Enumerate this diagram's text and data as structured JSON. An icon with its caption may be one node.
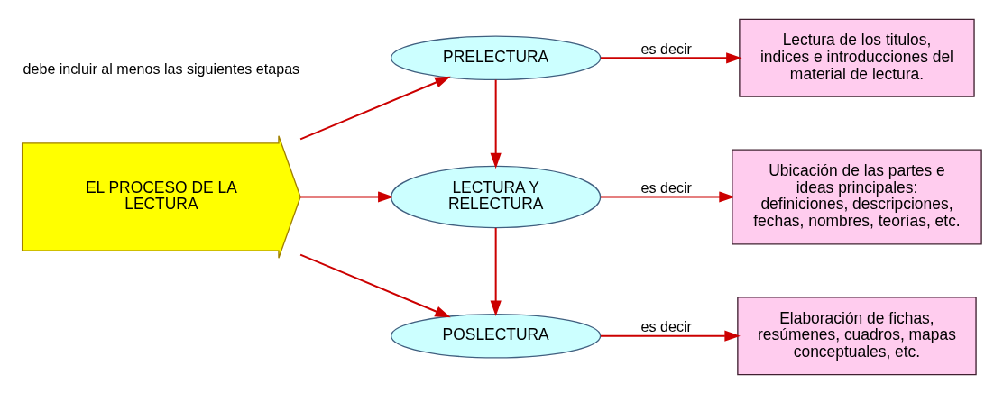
{
  "diagram": {
    "nodes": [
      {
        "text": [
          "EL PROCESO DE LA LECTURA"
        ]
      },
      {
        "text": [
          "PRELECTURA"
        ]
      },
      {
        "text": [
          "LECTURA Y RELECTURA"
        ]
      },
      {
        "text": [
          "POSLECTURA"
        ]
      },
      {
        "text": [
          "Lectura de los titulos, indices e introducciones del material de lectura."
        ]
      },
      {
        "text": [
          "Ubicación de las partes e ideas principales: definiciones, descripciones, fechas, nombres, teorías, etc."
        ]
      },
      {
        "text": [
          "Elaboración de fichas, resúmenes, cuadros, mapas conceptuales, etc."
        ]
      }
    ],
    "edges": [
      {
        "from": 0,
        "to": 1,
        "arrow": "to"
      },
      {
        "from": 0,
        "to": 2,
        "arrow": "to"
      },
      {
        "from": 0,
        "to": 3,
        "arrow": "to"
      },
      {
        "from": 1,
        "to": 4,
        "arrow": "to",
        "label": "es decir"
      },
      {
        "from": 1,
        "to": 2,
        "arrow": "to"
      },
      {
        "from": 2,
        "to": 5,
        "arrow": "to",
        "label": "es decir"
      },
      {
        "from": 2,
        "to": 3,
        "arrow": "to"
      },
      {
        "from": 3,
        "to": 6,
        "arrow": "to",
        "label": "es decir"
      }
    ],
    "labels": [
      "debe incluir al menos las siguientes etapas"
    ]
  }
}
